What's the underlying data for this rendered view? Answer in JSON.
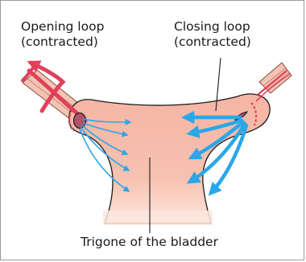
{
  "labels": {
    "opening_line1": "Opening loop",
    "opening_line2": "(contracted)",
    "closing_line1": "Closing loop",
    "closing_line2": "(contracted)",
    "trigone": "Trigone of the bladder"
  },
  "colors": {
    "bladder": "#f5b5a4",
    "bladder_light": "#fde6de",
    "muscle_red": "#e0415a",
    "arrow_blue": "#2aa7e8",
    "outline": "#1a1a1a",
    "frame": "#9a9a9a"
  }
}
